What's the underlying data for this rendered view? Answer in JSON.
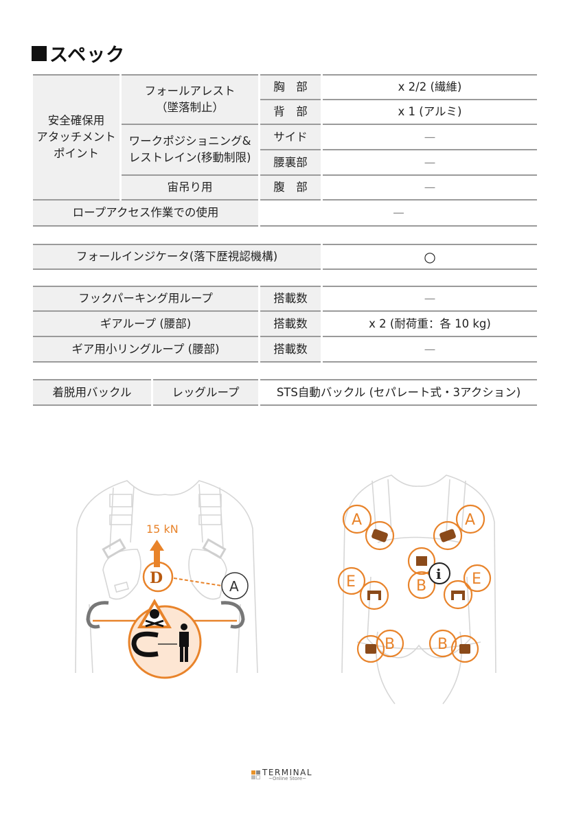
{
  "title": "スペック",
  "spec_table_1": {
    "group_label": "安全確保用\nアタッチメント\nポイント",
    "group_label_lines": [
      "安全確保用",
      "アタッチメント",
      "ポイント"
    ],
    "fall_arrest": {
      "lines": [
        "フォールアレスト",
        "（墜落制止）"
      ]
    },
    "work_positioning": {
      "lines": [
        "ワークポジショニング&",
        "レストレイン(移動制限)"
      ]
    },
    "suspension": "宙吊り用",
    "rows": [
      {
        "location": "胸　部",
        "value": "x 2/2 (繊維)"
      },
      {
        "location": "背　部",
        "value": "x 1 (アルミ)"
      },
      {
        "location": "サイド",
        "value": "—"
      },
      {
        "location": "腰裏部",
        "value": "—"
      },
      {
        "location": "腹　部",
        "value": "—"
      }
    ],
    "rope_access": {
      "label": "ロープアクセス作業での使用",
      "value": "—"
    }
  },
  "spec_table_2": {
    "label": "フォールインジケータ(落下歴視認機構)",
    "value": "○"
  },
  "spec_table_3": {
    "rows": [
      {
        "label": "フックパーキング用ループ",
        "sub": "搭載数",
        "value": "—"
      },
      {
        "label": "ギアループ (腰部)",
        "sub": "搭載数",
        "value": "x 2 (耐荷重：各 10 kg)"
      },
      {
        "label": "ギア用小リングループ (腰部)",
        "sub": "搭載数",
        "value": "—"
      }
    ]
  },
  "spec_table_4": {
    "label": "着脱用バックル",
    "sub": "レッグループ",
    "value": "STS自動バックル (セパレート式・3アクション)"
  },
  "illustration_front": {
    "force_label": "15 kN",
    "callout": "A"
  },
  "illustration_back": {
    "callouts": [
      "A",
      "A",
      "B",
      "E",
      "E",
      "B",
      "B",
      "i"
    ]
  },
  "footer_logo": {
    "name": "TERMINAL",
    "tagline": "~Online Store~"
  },
  "colors": {
    "accent_orange": "#e8832a",
    "header_gray": "#f0f0f0",
    "border_gray": "#9a9a9a"
  }
}
